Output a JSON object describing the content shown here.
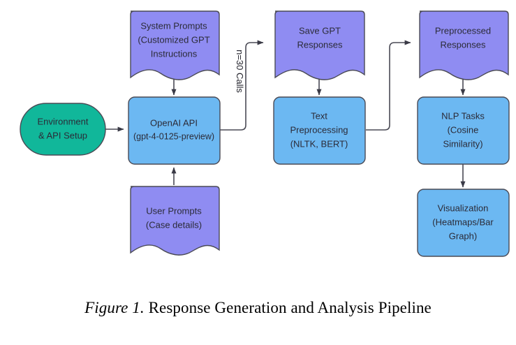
{
  "figure": {
    "caption_label": "Figure 1.",
    "caption_text": " Response Generation and Analysis Pipeline"
  },
  "colors": {
    "green_fill": "#11b79a",
    "blue_fill": "#6cb8f2",
    "purple_fill": "#8f8cf2",
    "stroke": "#4a4a55",
    "text": "#2b2b38",
    "background": "#ffffff"
  },
  "diagram": {
    "type": "flowchart",
    "nodes": [
      {
        "id": "environment-setup",
        "shape": "stadium",
        "fill": "green_fill",
        "lines": [
          "Environment",
          "& API Setup"
        ]
      },
      {
        "id": "system-prompts",
        "shape": "document",
        "fill": "purple_fill",
        "lines": [
          "System Prompts",
          "(Customized GPT",
          "Instructions"
        ]
      },
      {
        "id": "openai-api",
        "shape": "rounded-rect",
        "fill": "blue_fill",
        "lines": [
          "OpenAI API",
          "(gpt-4-0125-preview)"
        ]
      },
      {
        "id": "user-prompts",
        "shape": "document",
        "fill": "purple_fill",
        "lines": [
          "User Prompts",
          "(Case details)"
        ]
      },
      {
        "id": "save-gpt-responses",
        "shape": "document",
        "fill": "purple_fill",
        "lines": [
          "Save GPT",
          "Responses"
        ]
      },
      {
        "id": "text-preprocessing",
        "shape": "rounded-rect",
        "fill": "blue_fill",
        "lines": [
          "Text",
          "Preprocessing",
          "(NLTK, BERT)"
        ]
      },
      {
        "id": "preprocessed-responses",
        "shape": "document",
        "fill": "purple_fill",
        "lines": [
          "Preprocessed",
          "Responses"
        ]
      },
      {
        "id": "nlp-tasks",
        "shape": "rounded-rect",
        "fill": "blue_fill",
        "lines": [
          "NLP Tasks",
          "(Cosine",
          "Similarity)"
        ]
      },
      {
        "id": "visualization",
        "shape": "rounded-rect",
        "fill": "blue_fill",
        "lines": [
          "Visualization",
          "(Heatmaps/Bar",
          "Graph)"
        ]
      }
    ],
    "edges": [
      {
        "from": "environment-setup",
        "to": "openai-api",
        "label": ""
      },
      {
        "from": "system-prompts",
        "to": "openai-api",
        "label": ""
      },
      {
        "from": "user-prompts",
        "to": "openai-api",
        "label": ""
      },
      {
        "from": "openai-api",
        "to": "save-gpt-responses",
        "label": "n=30 Calls"
      },
      {
        "from": "save-gpt-responses",
        "to": "text-preprocessing",
        "label": ""
      },
      {
        "from": "text-preprocessing",
        "to": "preprocessed-responses",
        "label": ""
      },
      {
        "from": "preprocessed-responses",
        "to": "nlp-tasks",
        "label": ""
      },
      {
        "from": "nlp-tasks",
        "to": "visualization",
        "label": ""
      }
    ],
    "edge_labels": {
      "calls": "n=30 Calls"
    }
  }
}
